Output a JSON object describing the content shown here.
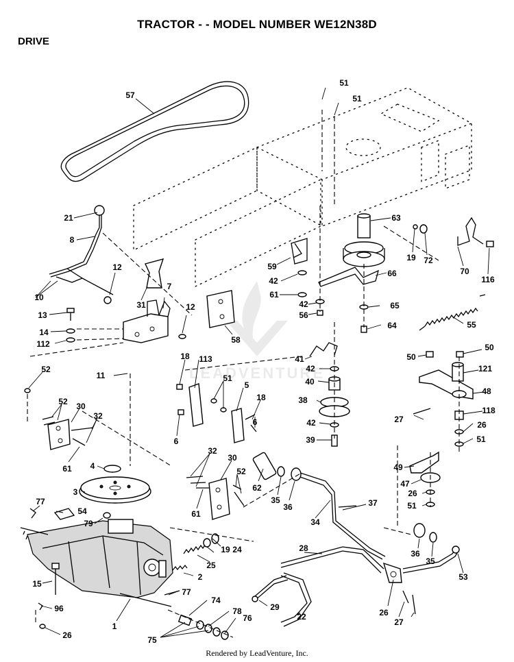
{
  "header": {
    "title": "TRACTOR - - MODEL NUMBER WE12N38D",
    "section": "DRIVE"
  },
  "footer": {
    "credit": "Rendered by LeadVenture, Inc."
  },
  "watermark": {
    "text": "LEADVENTURE"
  },
  "callouts": {
    "c57": "57",
    "c51a": "51",
    "c51b": "51",
    "c21": "21",
    "c8": "8",
    "c63": "63",
    "c19a": "19",
    "c72": "72",
    "c70": "70",
    "c116": "116",
    "c59": "59",
    "c66": "66",
    "c42a": "42",
    "c12a": "12",
    "c10": "10",
    "c61a": "61",
    "c42b": "42",
    "c65": "65",
    "c31": "31",
    "c7": "7",
    "c56": "56",
    "c13": "13",
    "c12b": "12",
    "c64": "64",
    "c55": "55",
    "c14": "14",
    "c58": "58",
    "c112": "112",
    "c41": "41",
    "c50a": "50",
    "c50b": "50",
    "c18a": "18",
    "c113": "113",
    "c42c": "42",
    "c52a": "52",
    "c121": "121",
    "c11": "11",
    "c51c": "51",
    "c40": "40",
    "c5": "5",
    "c48": "48",
    "c52b": "52",
    "c18b": "18",
    "c38": "38",
    "c30a": "30",
    "c118": "118",
    "c27a": "27",
    "c32a": "32",
    "c6a": "6",
    "c42d": "42",
    "c26a": "26",
    "c6b": "6",
    "c39": "39",
    "c51d": "51",
    "c61b": "61",
    "c32b": "32",
    "c4": "4",
    "c30b": "30",
    "c49": "49",
    "c52c": "52",
    "c62": "62",
    "c47": "47",
    "c3": "3",
    "c61c": "61",
    "c35a": "35",
    "c36a": "36",
    "c26b": "26",
    "c77a": "77",
    "c37": "37",
    "c51e": "51",
    "c54": "54",
    "c79": "79",
    "c34": "34",
    "c19b": "19",
    "c24": "24",
    "c36b": "36",
    "c35b": "35",
    "c25": "25",
    "c28": "28",
    "c2": "2",
    "c53": "53",
    "c15": "15",
    "c77b": "77",
    "c74": "74",
    "c29": "29",
    "c26c": "26",
    "c96": "96",
    "c78": "78",
    "c22": "22",
    "c27b": "27",
    "c1": "1",
    "c76": "76",
    "c26d": "26",
    "c75": "75"
  }
}
